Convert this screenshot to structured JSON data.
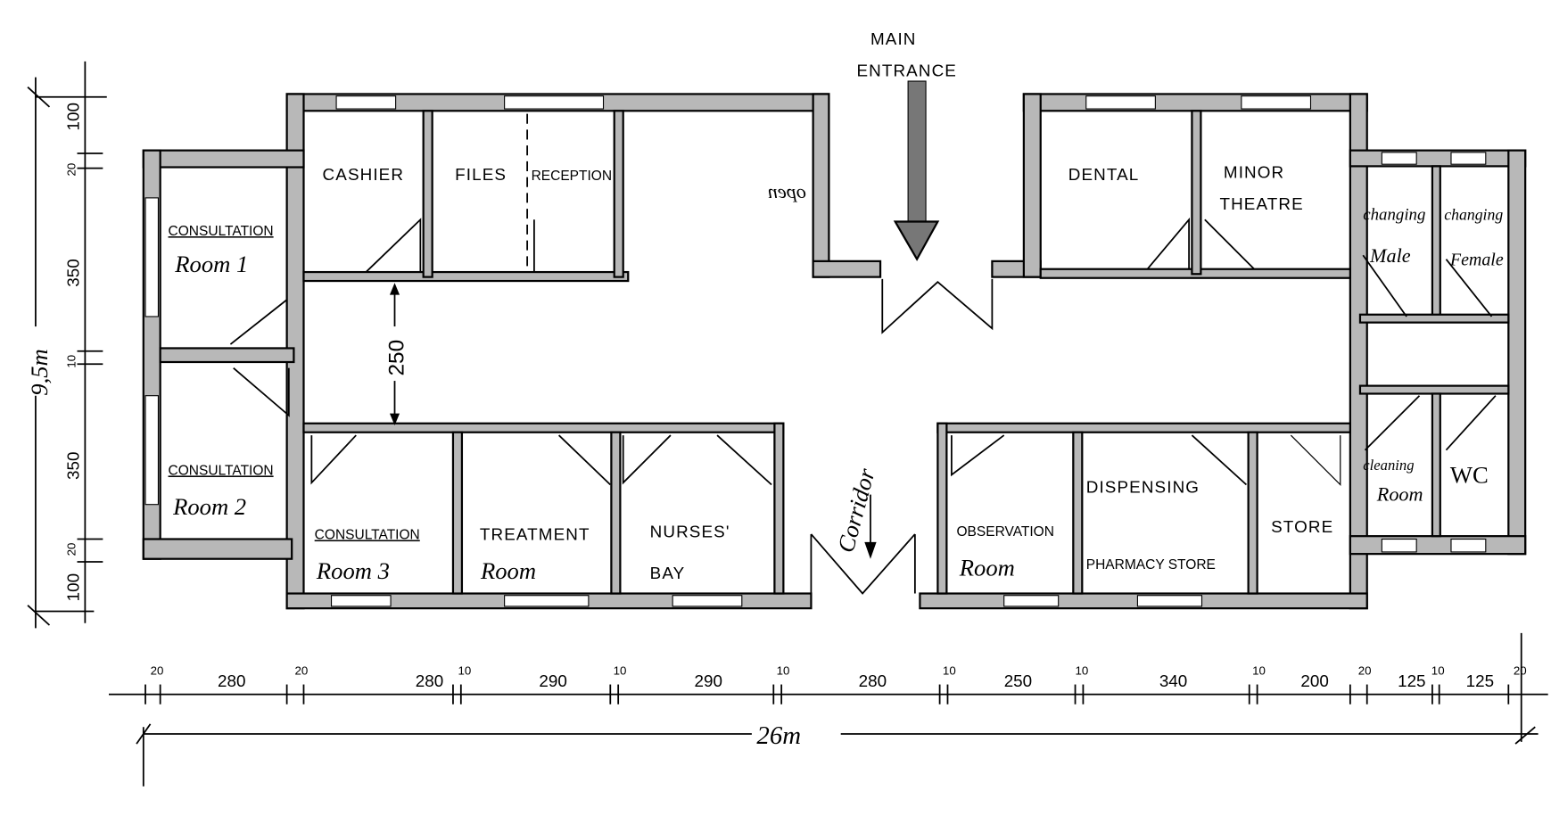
{
  "title": {
    "main": "MAIN",
    "entrance": "ENTRANCE"
  },
  "notes": {
    "open": "open",
    "corridor": "Corridor",
    "corridor_width": "250"
  },
  "rooms": {
    "cashier": "CASHIER",
    "files": "FILES",
    "reception": "RECEPTION",
    "consult1_a": "CONSULTATION",
    "consult1_b": "Room 1",
    "consult2_a": "CONSULTATION",
    "consult2_b": "Room 2",
    "consult3_a": "CONSULTATION",
    "consult3_b": "Room 3",
    "treatment_a": "TREATMENT",
    "treatment_b": "Room",
    "nurses_a": "NURSES'",
    "nurses_b": "BAY",
    "dental": "DENTAL",
    "minor_a": "MINOR",
    "minor_b": "THEATRE",
    "chg_male_a": "changing",
    "chg_male_b": "Male",
    "chg_female_a": "changing",
    "chg_female_b": "Female",
    "cleaning_a": "cleaning",
    "cleaning_b": "Room",
    "wc": "WC",
    "observation_a": "OBSERVATION",
    "observation_b": "Room",
    "dispensing": "DISPENSING",
    "pharmacy": "PHARMACY STORE",
    "store": "STORE"
  },
  "dimensions": {
    "horizontal": [
      "20",
      "280",
      "20",
      "280",
      "10",
      "290",
      "10",
      "290",
      "10",
      "280",
      "10",
      "250",
      "10",
      "340",
      "10",
      "200",
      "20",
      "125",
      "10",
      "125",
      "20"
    ],
    "horizontal_total": "26m",
    "vertical": [
      "100",
      "20",
      "350",
      "10",
      "350",
      "20",
      "100"
    ],
    "vertical_total": "9,5m"
  }
}
